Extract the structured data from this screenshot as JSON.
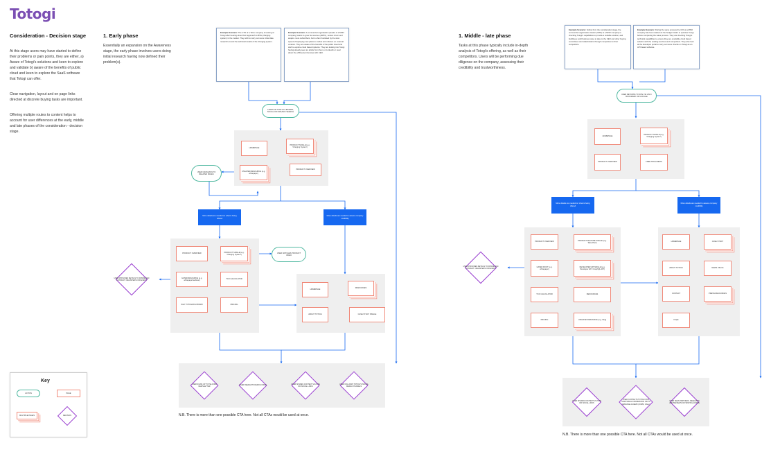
{
  "logo": "Totogi",
  "sidebar": {
    "title": "Consideration - Decision stage",
    "p1": "At this stage users may have started to define their problems or pain points, they are either, a) Aware of Totogi's solutions and keen to explore and validate b) aware of the benefits of public cloud and keen to explore the SaaS software that Totogi can offer.",
    "p2": "Clear navigation, layout and on page links directed at discrete buying tasks are important.",
    "p3": "Offering multiple routes to content helps to account for user differences at the early, middle and late phases of the consideration - decision stage."
  },
  "key": {
    "title": "Key",
    "action": "ACTION",
    "page": "PAGE",
    "multiple": "MULTIPLE PAGES",
    "decision": "DECISION"
  },
  "early": {
    "title": "1. Early phase",
    "desc": "Essentially an expansion on the Awareness stage, the early phase involves users doing initial research having now defined their problem(s).",
    "scenario1_label": "Example Scenario:",
    "scenario1": "The CTO of a Telco company is looking at Totogi after hearing about their approach to BSS (charging system) in the market. They wish to carry out some initial data research around the technical details of the charging system.",
    "scenario2_label": "Example Scenario:",
    "scenario2": "A commercial organisation (leader of a MNO company) wants to grow its revenue (ARPU), reduce churn and acquire more subscribers, but is often frustrated by the slow speed of deploying new plans to market and reliance on external vendors. They are aware of the benefits of the public cloud and wish to explore cloud based systems. They are looking into Totogi having already seen an article from them on LinkedIn or read about the ePR panel interview with CEO.",
    "start": "LANDS ON SITE VIA LINKEDIN, SOCIAL OR ORGANIC SEARCH",
    "homepage": "HOMEPAGE",
    "product_single": "PRODUCT SINGLE (e.g. 'Charging System')",
    "product_overview": "PRODUCT OVERVIEW",
    "gated": "UNGATED RESOURCE (e.g. whitepaper)",
    "navigates": "USER NAVIGATES TO RELATED PAGES",
    "blue1": "More details are needed on what is being offered",
    "blue2": "More details are needed to assess company credibility",
    "p_overview": "PRODUCT OVERVIEW",
    "p_single": "PRODUCT SINGLE (e.g. 'Charging System')",
    "gated_res": "GATED RESOURCE (e.g. whitepaper/webinar)",
    "tco": "TCO CALCULATOR",
    "why": "WHY TOTOGI/PLATFORM",
    "pricing": "PRICING",
    "watch": "USER WATCHES PRODUCT VIDEO",
    "provide": "USER PROVIDES DETAILS TO DOWNLOAD CONTENT / REGISTERS FOR EVENT",
    "r_homepage": "HOMEPAGE",
    "r_resources": "RESOURCES",
    "r_about": "ABOUT TOTOGI",
    "r_case": "CASE STUDY SINGLE",
    "cta1": "USER SIGNS UP TO TELCODR NEWSLETTER",
    "cta2": "USER REQUESTS DEMO (FORM)",
    "cta3": "USER SHARES CONTENT VIA SITE OR SOCIAL LINKS",
    "cta4": "USER FOLLOWS TOTOGI'S SOCIAL MEDIA CHANNELS",
    "note": "N.B. There is more than one possible CTA here. Not all CTAs would be used at once."
  },
  "middle": {
    "title": "1. Middle - late phase",
    "desc": "Tasks at this phase typically include in-depth analysis of Totogi's offering, as well as their competitors. Users will be performing due diligence on the company, assessing their credibility and trustworthiness.",
    "scenario1_label": "Example Scenario:",
    "scenario1": "Follow from the consideration stage, the commercial organisation leader (CMO) at a MNO company is checking Totogi's capabilities to provide a suitable solution, and building a solid business case to take to the CEO and other buying committees and stakeholders through comparison to their competitors.",
    "scenario2_label": "Example Scenario:",
    "scenario2": "During the same process the CIO at a MNO company has been tasked as the budget holder to optimise Totogi before completing the sales process. They are checking Totogi's technical capabilities to ensure they are a suitable cloud based solution with the existing services and competitors. They also look at the developer portal to carry out some checks on Totogi as an API based software.",
    "start": "USER RETURNS TO SITE VIA LINK / BOOKMARK OR GOOGLE",
    "homepage": "HOMEPAGE",
    "product_single": "PRODUCT SINGLE (e.g. 'Charging System')",
    "product_overview": "PRODUCT OVERVIEW",
    "free_trial": "FREE TRIAL/DEMO",
    "blue1": "More details are needed on what is being offered",
    "blue2": "More details are needed to assess company credibility",
    "p_overview": "PRODUCT OVERVIEW",
    "p_feature": "PRODUCT FEATURE SINGLE (e.g. 'Rate Plan')",
    "gated": "GATED ROOT (e.g. whitepaper)",
    "dev_portal": "DEVELOPER API SINGLE (e.g. 'Developer API / GraphQL API')",
    "tco": "TCO CALCULATOR",
    "resources": "RESOURCES",
    "pricing": "PRICING",
    "ungated": "UNGATED RESOURCE (e.g. blog)",
    "provide": "USER PROVIDES DETAILS TO DOWNLOAD CONTENT / REGISTERS FOR EVENT",
    "r_homepage": "HOMEPAGE",
    "r_case": "CASE STUDY",
    "r_about": "ABOUT TOTOGI",
    "r_news": "NEWS / BLOG",
    "r_contact": "CONTACT",
    "r_press": "PRESS RESOURCES",
    "r_faqs": "FAQS",
    "cta1": "USER SHARES CONTENT VIA SITE OR SOCIAL LINKS",
    "cta2": "USER CONTACTS TOTOGI FOR ADDITIONAL INFORMATION OR TO ARRANGE A DEMO (FORM, CALL)",
    "cta3": "USER SEES PARTNERS, REQUESTS API/PREVIEWS OR TESTING (FORM)",
    "note": "N.B. There is more than one possible CTA here. Not all CTAs would be used at once."
  }
}
